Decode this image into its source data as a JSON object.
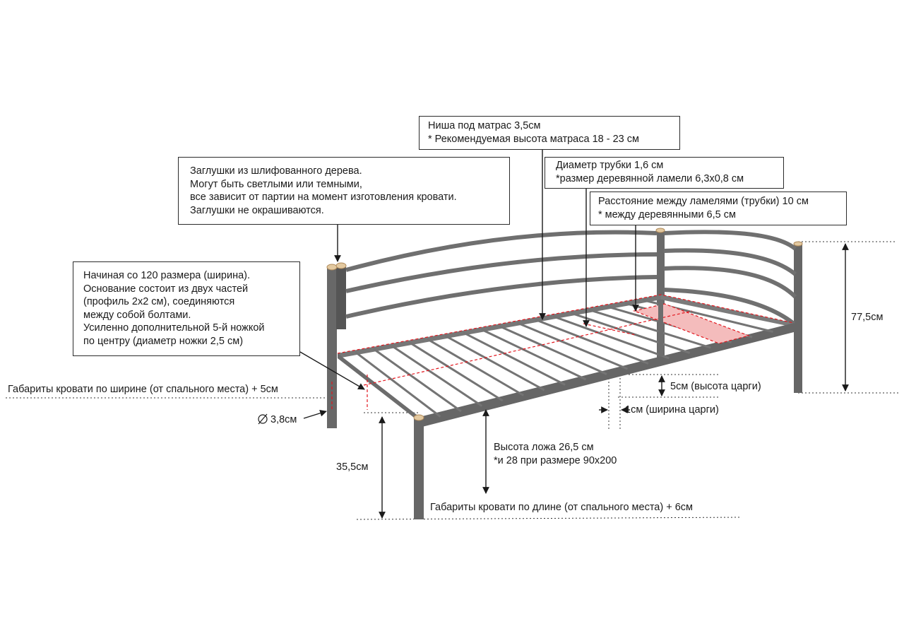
{
  "callouts": {
    "caps": {
      "lines": [
        "Заглушки из шлифованного дерева.",
        "Могут быть светлыми или темными,",
        "все зависит от партии на момент изготовления кровати.",
        "Заглушки не окрашиваются."
      ]
    },
    "niche": {
      "lines": [
        "Ниша под матрас 3,5см",
        "* Рекомендуемая высота матраса 18 - 23 см"
      ]
    },
    "tube": {
      "lines": [
        "Диаметр трубки 1,6 см",
        "*размер деревянной ламели 6,3х0,8 см"
      ]
    },
    "spacing": {
      "lines": [
        "Расстояние между ламелями (трубки) 10 см",
        "* между деревянными 6,5 см"
      ]
    },
    "base": {
      "lines": [
        "Начиная со 120 размера (ширина).",
        "Основание состоит из двух частей",
        "(профиль 2х2 см), соединяются",
        "между собой болтами.",
        "Усиленно дополнительной 5-й ножкой",
        "по центру (диаметр ножки 2,5 см)"
      ]
    }
  },
  "dimensions": {
    "width_note": "Габариты кровати по ширине (от спального места) + 5см",
    "leg_diameter": "3,8см",
    "leg_height": "35,5см",
    "bed_height": {
      "lines": [
        "Высота ложа 26,5 см",
        "*и 28 при размере 90х200"
      ]
    },
    "length_note": "Габариты кровати по длине (от спального места) + 6см",
    "frame_height": "5см (высота царги)",
    "frame_width": "1см (ширина царги)",
    "total_height": "77,5см"
  },
  "colors": {
    "frame": "#5f5f5f",
    "frame_light": "#8a8a8a",
    "wood_cap": "#e3c9a0",
    "accent_red": "#e3161d",
    "slat_highlight": "#f4bcbc"
  }
}
